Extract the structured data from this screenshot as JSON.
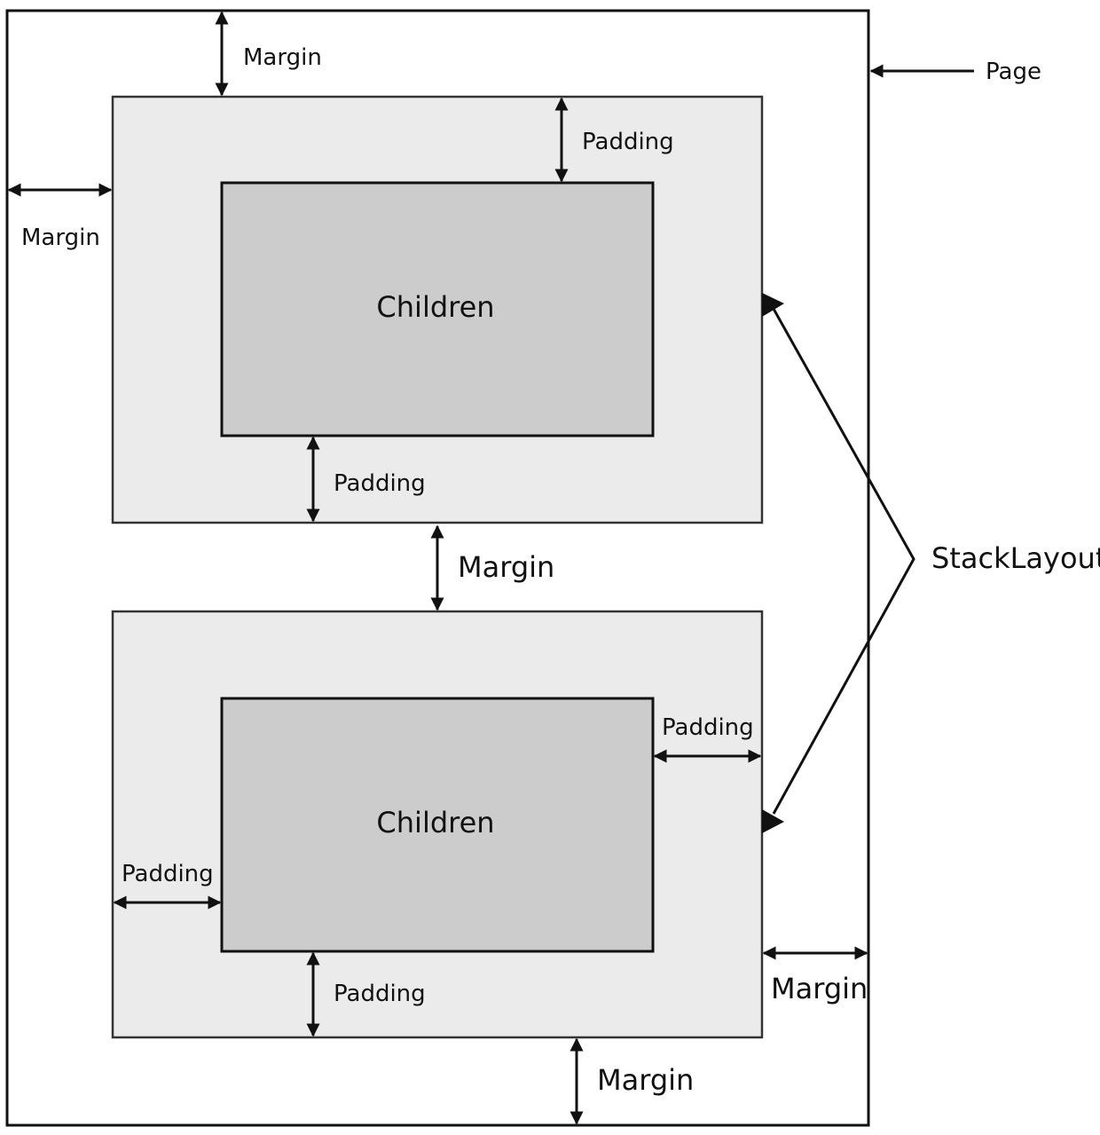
{
  "labels": {
    "page": "Page",
    "stack_layout": "StackLayout",
    "margin": "Margin",
    "padding": "Padding",
    "children": "Children"
  },
  "colors": {
    "page_fill": "#ffffff",
    "layout_fill": "#ebebeb",
    "children_fill": "#cccccc",
    "stroke": "#111111"
  }
}
